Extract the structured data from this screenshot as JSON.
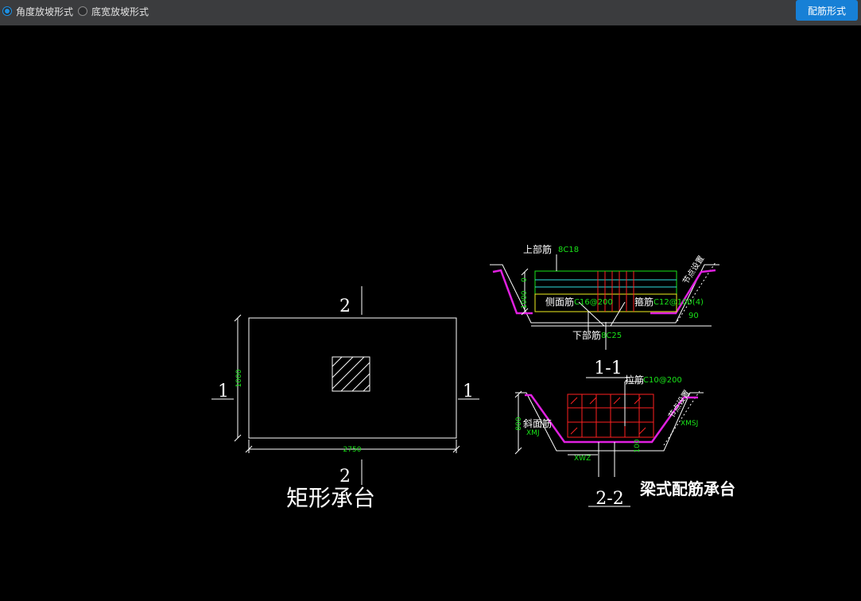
{
  "toolbar": {
    "radio_angle": "角度放坡形式",
    "radio_width": "底宽放坡形式",
    "selected": "radio_angle",
    "button": "配筋形式"
  },
  "rect_cap": {
    "title": "矩形承台",
    "dim_width": "2750",
    "dim_height": "1000",
    "sec_mark_1": "1",
    "sec_mark_2": "2"
  },
  "section_11": {
    "label": "1-1",
    "top_bar_label": "上部筋",
    "top_bar_value": "8C18",
    "side_bar_label": "侧面筋",
    "side_bar_value": "C16@200",
    "stirrup_label": "箍筋",
    "stirrup_value": "C12@100(4)",
    "bottom_bar_label": "下部筋",
    "bottom_bar_value": "8C25",
    "dim_0": "0",
    "dim_1000": "1000",
    "angle": "90",
    "node_note": "节点设置"
  },
  "section_22": {
    "label": "2-2",
    "tie_label": "拉筋",
    "tie_value": "C10@200",
    "slope_label": "斜面筋",
    "xmj": "XMJ",
    "xmsj": "XMSJ",
    "xwz": "XWZ",
    "dim_800": "800",
    "dim_100": "100",
    "node_note": "节点设置"
  },
  "beam_cap_title": "梁式配筋承台",
  "colors": {
    "toolbar_bg": "#3b3c3e",
    "accent": "#1780d6",
    "green": "#19e319",
    "red": "#ff2020",
    "magenta": "#e020e0",
    "yellow": "#f0f020",
    "cyan": "#30e0e0"
  }
}
